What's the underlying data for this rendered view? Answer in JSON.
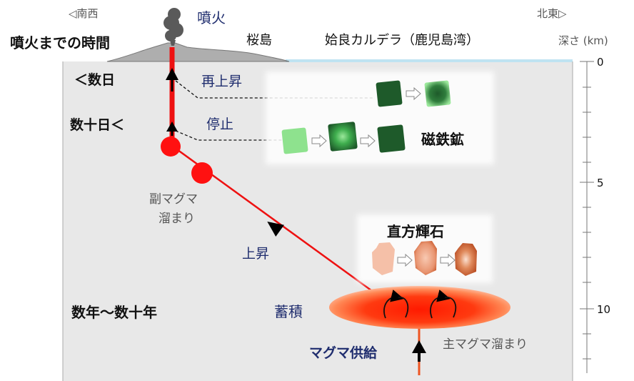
{
  "directions": {
    "southwest": "◁南西",
    "northeast": "北東▷"
  },
  "header": {
    "time_to_eruption": "噴火までの時間",
    "eruption": "噴火",
    "sakurajima": "桜島",
    "aira_caldera": "姶良カルデラ（鹿児島湾）",
    "depth_label": "深さ (km)"
  },
  "depth_ticks": [
    "0",
    "5",
    "10"
  ],
  "time_labels": {
    "days": "＜数日",
    "tens_of_days": "数十日＜",
    "years": "数年〜数十年"
  },
  "process_labels": {
    "re_ascent": "再上昇",
    "stop": "停止",
    "ascent": "上昇",
    "accumulation": "蓄積",
    "magma_supply": "マグマ供給"
  },
  "reservoirs": {
    "sub": [
      "副マグマ",
      "溜まり"
    ],
    "main": "主マグマ溜まり"
  },
  "minerals": {
    "magnetite": "磁鉄鉱",
    "orthopyroxene": "直方輝石"
  },
  "colors": {
    "sea": "#bfe3f2",
    "crust": "#e8e8e8",
    "magma_path": "#ee1111",
    "reservoir": "#ff3300",
    "magnetite_dark": "#1e5a2a",
    "magnetite_light": "#8ee28e",
    "opx_light": "#f5c0a8",
    "opx_dark": "#c8582a"
  }
}
